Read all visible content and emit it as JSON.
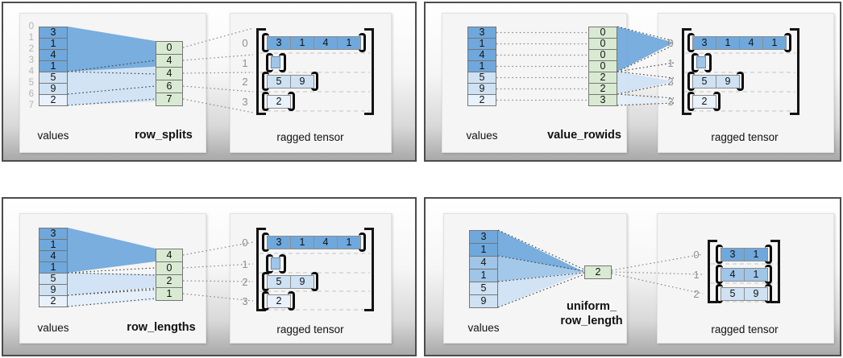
{
  "colors": {
    "dark_blue": "#6fa8dc",
    "medium_blue": "#9fc5e8",
    "light_blue": "#cfe2f3",
    "pale_blue": "#e9f2fb",
    "green": "#d9ead3"
  },
  "panels": [
    {
      "values_label": "values",
      "method_label": "row_splits",
      "tensor_label": "ragged tensor",
      "values": [
        "3",
        "1",
        "4",
        "1",
        "5",
        "9",
        "2"
      ],
      "indices": [
        "0",
        "1",
        "2",
        "3",
        "4",
        "5",
        "6",
        "7"
      ],
      "spec": [
        "0",
        "4",
        "4",
        "6",
        "7"
      ],
      "row_indices": [
        "0",
        "1",
        "2",
        "3"
      ],
      "rows": [
        [
          "3",
          "1",
          "4",
          "1"
        ],
        [],
        [
          "5",
          "9"
        ],
        [
          "2"
        ]
      ]
    },
    {
      "values_label": "values",
      "method_label": "value_rowids",
      "tensor_label": "ragged tensor",
      "values": [
        "3",
        "1",
        "4",
        "1",
        "5",
        "9",
        "2"
      ],
      "spec": [
        "0",
        "0",
        "0",
        "0",
        "2",
        "2",
        "3"
      ],
      "row_indices": [
        "0",
        "1",
        "2",
        "3"
      ],
      "rows": [
        [
          "3",
          "1",
          "4",
          "1"
        ],
        [],
        [
          "5",
          "9"
        ],
        [
          "2"
        ]
      ]
    },
    {
      "values_label": "values",
      "method_label": "row_lengths",
      "tensor_label": "ragged tensor",
      "values": [
        "3",
        "1",
        "4",
        "1",
        "5",
        "9",
        "2"
      ],
      "spec": [
        "4",
        "0",
        "2",
        "1"
      ],
      "row_indices": [
        "0",
        "1",
        "2",
        "3"
      ],
      "rows": [
        [
          "3",
          "1",
          "4",
          "1"
        ],
        [],
        [
          "5",
          "9"
        ],
        [
          "2"
        ]
      ]
    },
    {
      "values_label": "values",
      "method_label_lines": [
        "uniform_",
        "row_length"
      ],
      "tensor_label": "ragged tensor",
      "values": [
        "3",
        "1",
        "4",
        "1",
        "5",
        "9"
      ],
      "spec": [
        "2"
      ],
      "row_indices": [
        "0",
        "1",
        "2"
      ],
      "rows": [
        [
          "3",
          "1"
        ],
        [
          "4",
          "1"
        ],
        [
          "5",
          "9"
        ]
      ]
    }
  ]
}
